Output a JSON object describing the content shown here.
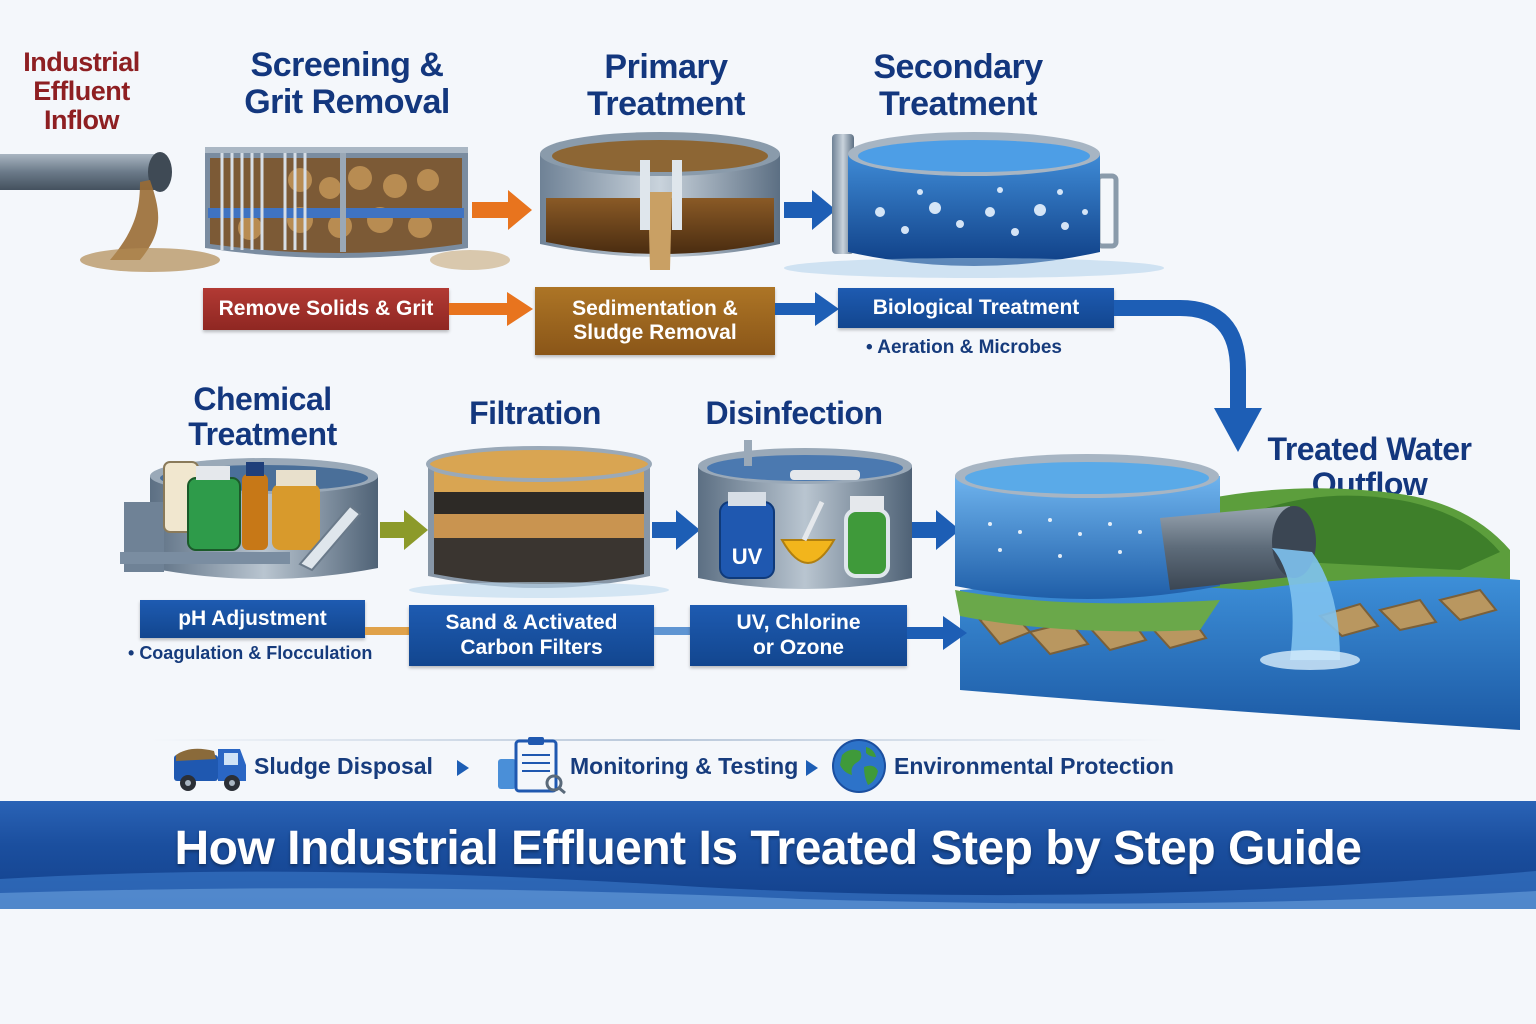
{
  "stages": {
    "inflow": {
      "title_line1": "Industrial",
      "title_line2": "Effluent",
      "title_line3": "Inflow"
    },
    "screening": {
      "title_line1": "Screening &",
      "title_line2": "Grit Removal",
      "label": "Remove Solids & Grit"
    },
    "primary": {
      "title_line1": "Primary",
      "title_line2": "Treatment",
      "label_line1": "Sedimentation &",
      "label_line2": "Sludge Removal"
    },
    "secondary": {
      "title_line1": "Secondary",
      "title_line2": "Treatment",
      "label": "Biological Treatment",
      "bullet": "Aeration & Microbes"
    },
    "chemical": {
      "title_line1": "Chemical",
      "title_line2": "Treatment",
      "label": "pH Adjustment",
      "bullet": "Coagulation & Flocculation"
    },
    "filtration": {
      "title": "Filtration",
      "label_line1": "Sand & Activated",
      "label_line2": "Carbon Filters"
    },
    "disinfection": {
      "title": "Disinfection",
      "label_line1": "UV, Chlorine",
      "label_line2": "or Ozone",
      "uv_badge": "UV"
    },
    "outflow": {
      "title_line1": "Treated Water",
      "title_line2": "Outflow"
    }
  },
  "footer": {
    "sludge": "Sludge Disposal",
    "monitoring": "Monitoring & Testing",
    "environment": "Environmental Protection"
  },
  "banner": {
    "title": "How Industrial Effluent Is Treated Step by Step Guide"
  },
  "colors": {
    "navy_text": "#13377e",
    "red_text": "#8e1f22",
    "red_box": "#a33029",
    "brown_box": "#9a6420",
    "blue_box": "#1a53a3",
    "orange_arrow": "#e8741e",
    "blue_arrow": "#1d5eb5",
    "olive_arrow": "#8c9a2a",
    "banner": "#1b4f9f"
  }
}
